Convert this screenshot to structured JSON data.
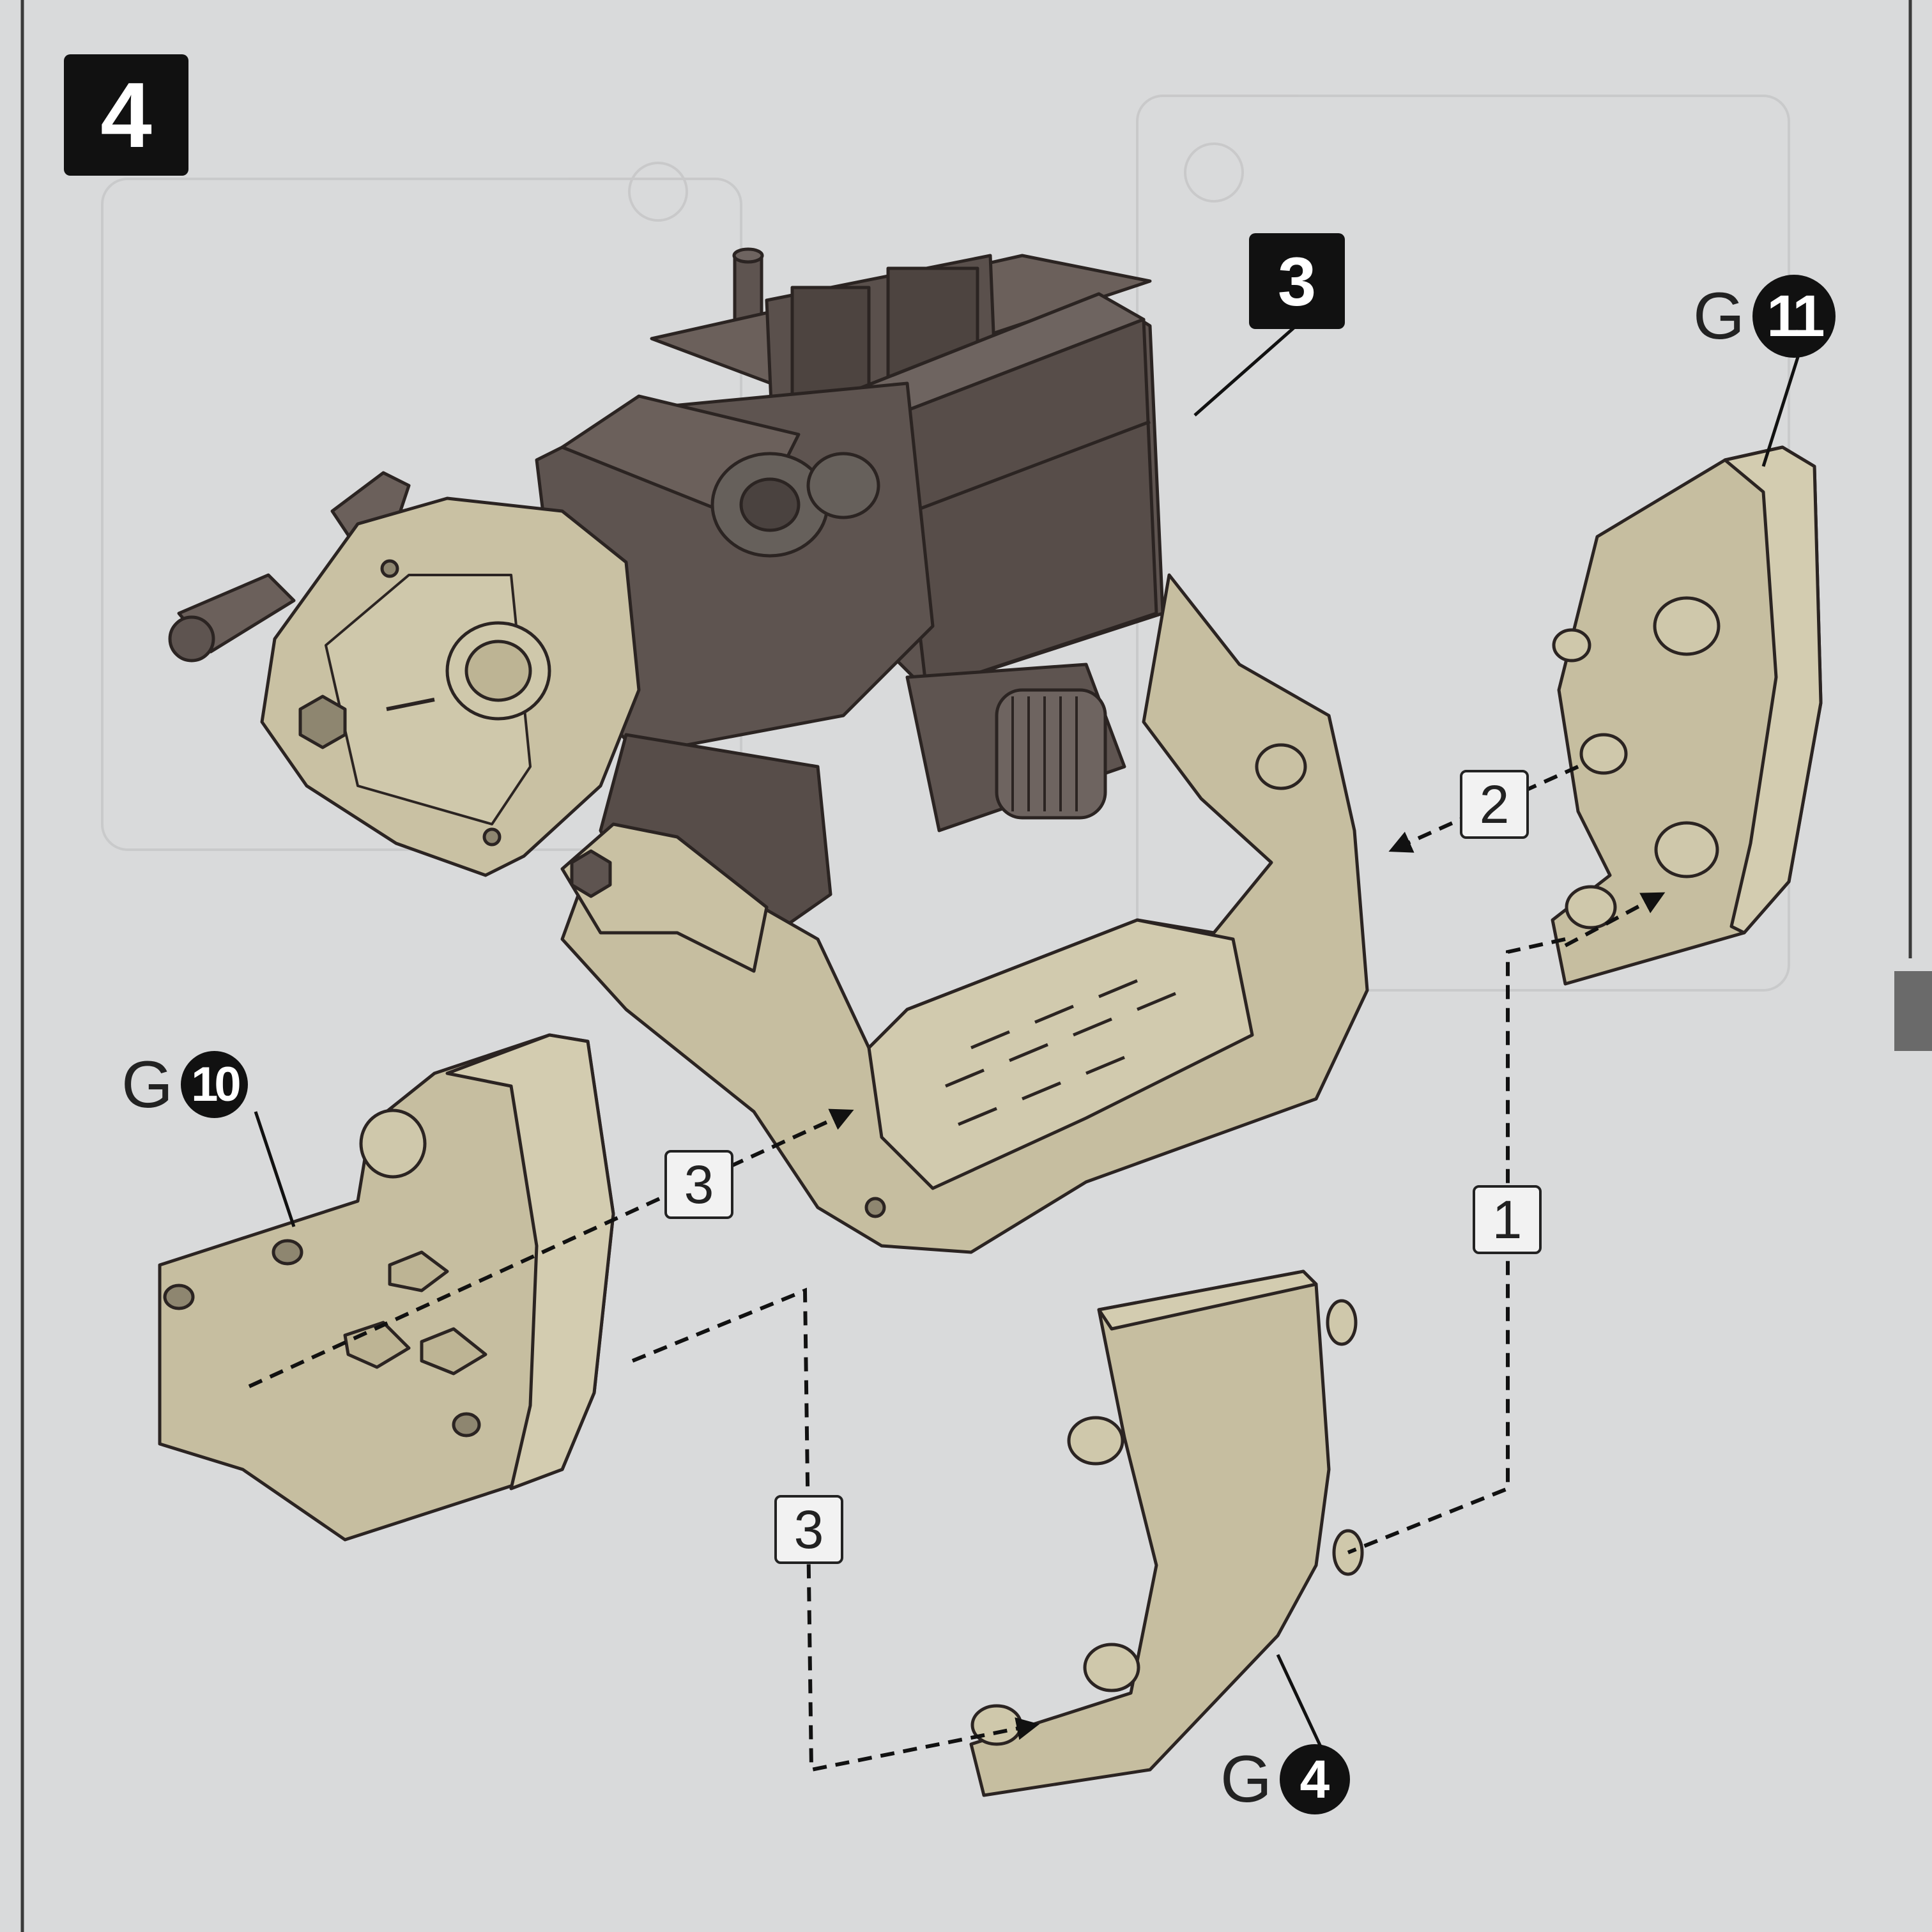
{
  "step": {
    "number": "4",
    "subassembly_ref": "3"
  },
  "parts": [
    {
      "letter": "G",
      "number": "11"
    },
    {
      "letter": "G",
      "number": "10"
    },
    {
      "letter": "G",
      "number": "4"
    }
  ],
  "order_markers": [
    "2",
    "3",
    "1",
    "3"
  ],
  "colors": {
    "page_background": "#d9dadb",
    "frame_line": "#3a3a3a",
    "part_tan": "#c6bea0",
    "part_tan_light": "#d1caae",
    "dark_subassembly": "#5e5450",
    "ink": "#111111"
  }
}
